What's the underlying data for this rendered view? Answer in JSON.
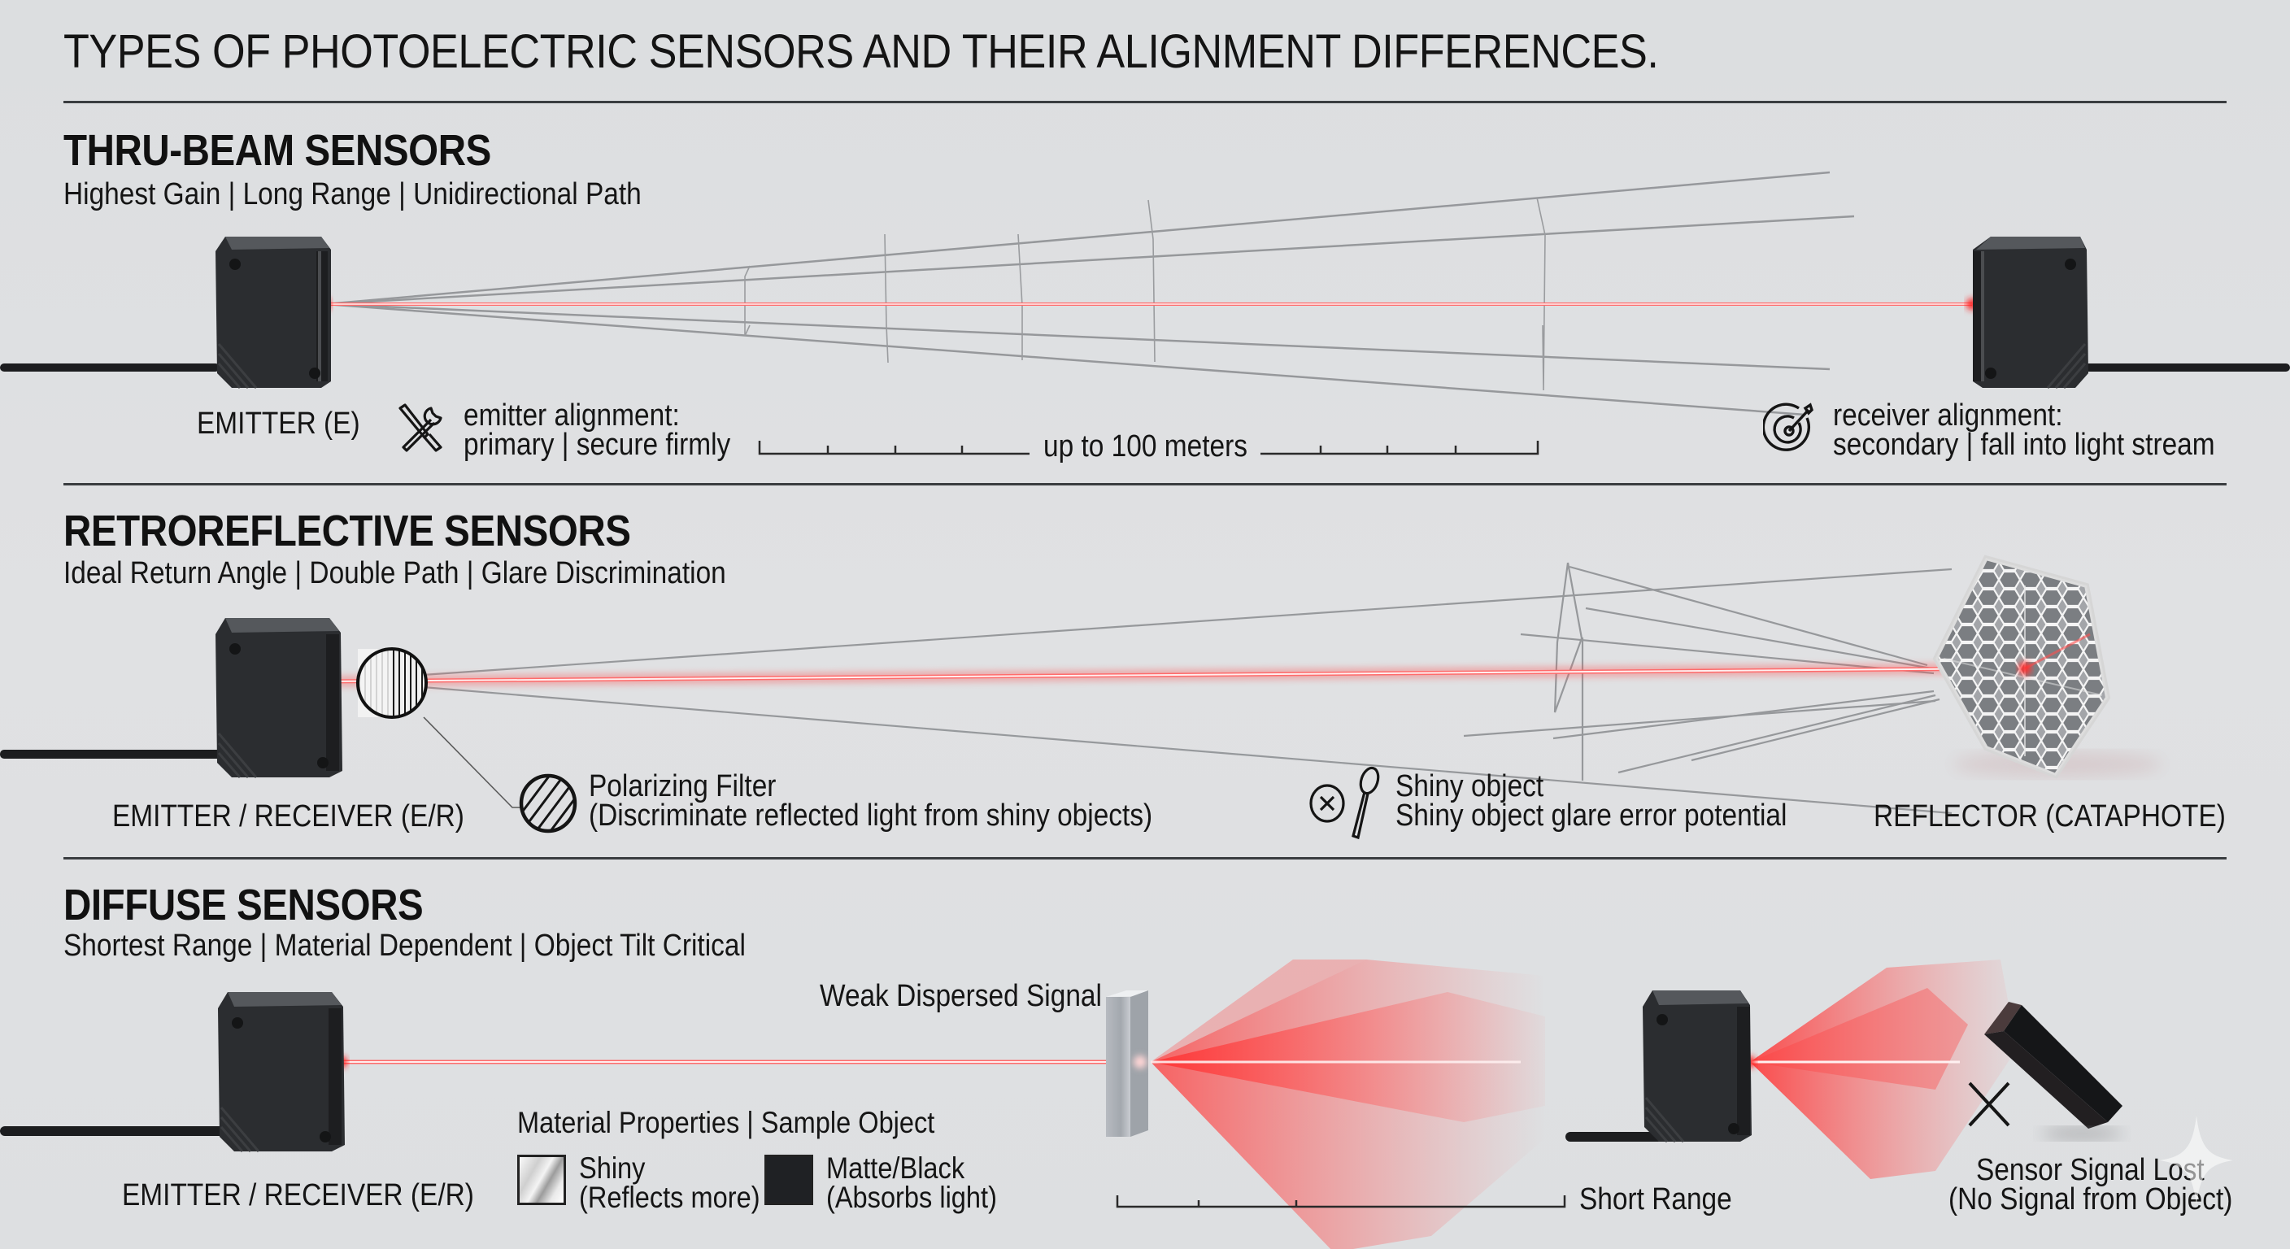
{
  "title": "TYPES OF PHOTOELECTRIC SENSORS AND THEIR ALIGNMENT DIFFERENCES.",
  "colors": {
    "background": "#dfe0e2",
    "text": "#141414",
    "laser": "#ff3b3b",
    "laser_core": "#ffe6e6",
    "sensor_body": "#2c2e31",
    "rule": "#3a3d40",
    "wireframe": "#8a8c8f"
  },
  "sections": {
    "thru_beam": {
      "heading": "THRU-BEAM SENSORS",
      "subtitle": "Highest Gain | Long Range | Unidirectional Path",
      "emitter_label": "EMITTER (E)",
      "emitter_note": {
        "icon": "tools-icon",
        "line1": "emitter alignment:",
        "line2": "primary | secure firmly"
      },
      "range_label": "up to 100 meters",
      "receiver_note": {
        "icon": "target-icon",
        "line1": "receiver alignment:",
        "line2": "secondary | fall into light stream"
      }
    },
    "retroreflective": {
      "heading": "RETROREFLECTIVE SENSORS",
      "subtitle": "Ideal Return Angle | Double Path | Glare Discrimination",
      "sensor_label": "EMITTER / RECEIVER (E/R)",
      "filter_note": {
        "icon": "polarizing-filter-icon",
        "line1": "Polarizing Filter",
        "line2": "(Discriminate reflected light from shiny objects)"
      },
      "shiny_note": {
        "icon": "shiny-object-spoon-icon",
        "line1": "Shiny object",
        "line2": "Shiny object glare error potential"
      },
      "reflector_label": "REFLECTOR (CATAPHOTE)"
    },
    "diffuse": {
      "heading": "DIFFUSE SENSORS",
      "subtitle": "Shortest Range | Material Dependent | Object Tilt Critical",
      "sensor_label": "EMITTER / RECEIVER (E/R)",
      "weak_signal_label": "Weak Dispersed Signal",
      "material_heading": "Material Properties | Sample Object",
      "materials": [
        {
          "name": "Shiny",
          "note": "(Reflects more)"
        },
        {
          "name": "Matte/Black",
          "note": "(Absorbs light)"
        }
      ],
      "range_label": "Short Range",
      "lost_signal": {
        "line1": "Sensor Signal Lost",
        "line2": "(No Signal from Object)"
      }
    }
  }
}
